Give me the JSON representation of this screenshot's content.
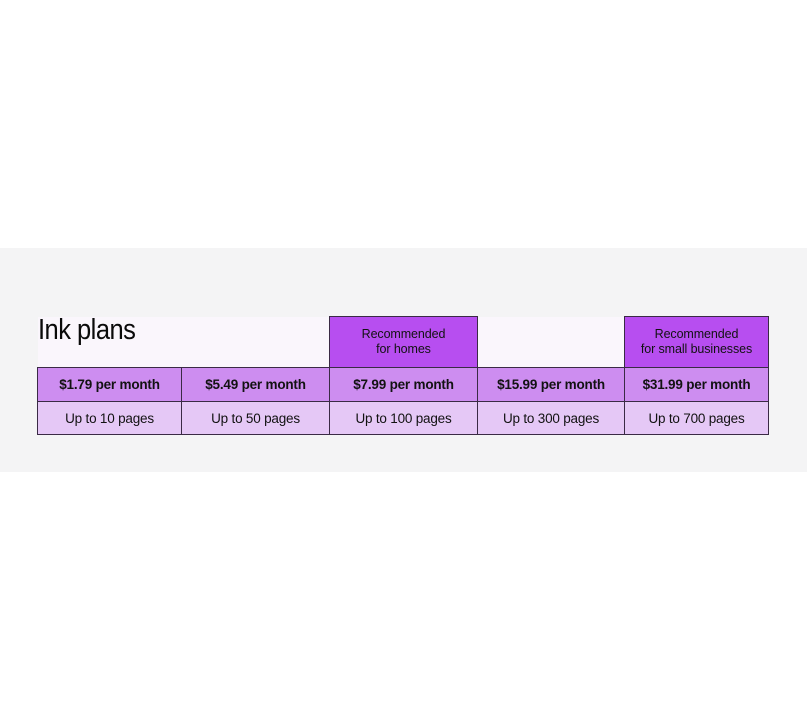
{
  "page": {
    "background_color": "#ffffff",
    "band_color": "#f4f4f5"
  },
  "table": {
    "title": "Ink plans",
    "header_background": "#faf6fc",
    "badge_color": "#b74ef0",
    "price_row_color": "#cd8df0",
    "pages_row_color": "#e5c8f6",
    "border_color": "#3a2a45",
    "columns": [
      {
        "badge_line1": "",
        "badge_line2": "",
        "price": "$1.79 per month",
        "pages": "Up to 10 pages",
        "recommended": false
      },
      {
        "badge_line1": "",
        "badge_line2": "",
        "price": "$5.49  per month",
        "pages": "Up to 50 pages",
        "recommended": false
      },
      {
        "badge_line1": "Recommended",
        "badge_line2": "for homes",
        "price": "$7.99 per month",
        "pages": "Up to 100 pages",
        "recommended": true
      },
      {
        "badge_line1": "",
        "badge_line2": "",
        "price": "$15.99 per month",
        "pages": "Up to 300 pages",
        "recommended": false
      },
      {
        "badge_line1": "Recommended",
        "badge_line2": "for small businesses",
        "price": "$31.99 per month",
        "pages": "Up to 700 pages",
        "recommended": true
      }
    ]
  }
}
